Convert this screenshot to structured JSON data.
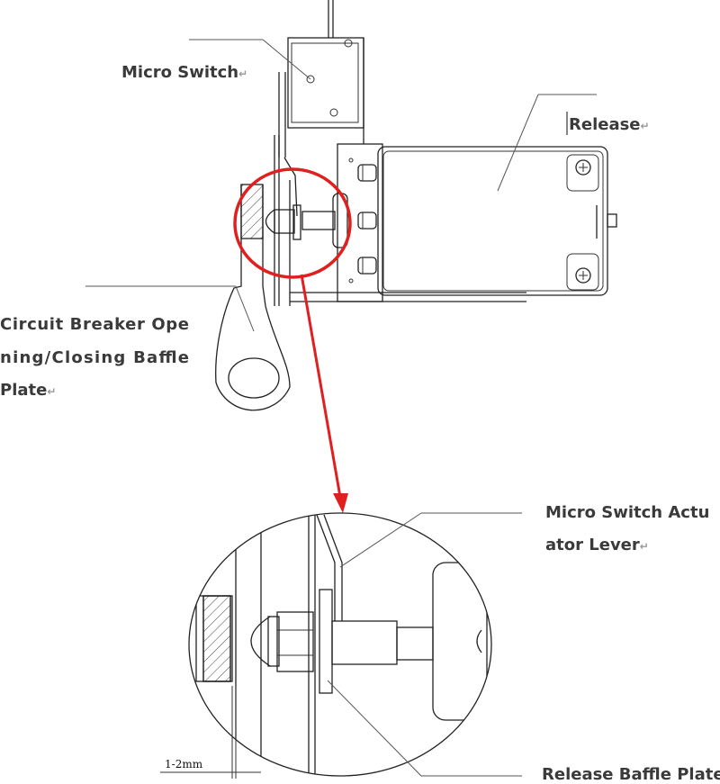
{
  "labels": {
    "micro_switch": "Micro Switch",
    "release": "Release",
    "baffle_line1": "Circuit Breaker Ope",
    "baffle_line2": "ning/Closing Baffle",
    "baffle_line3": "Plate",
    "actuator_line1": "Micro Switch Actu",
    "actuator_line2": "ator Lever",
    "release_baffle": "Release Baffle Plate",
    "dimension": "1-2mm"
  },
  "return_mark": "↵",
  "colors": {
    "highlight": "#e02020",
    "line": "#222222",
    "text": "#3a3a3a"
  }
}
